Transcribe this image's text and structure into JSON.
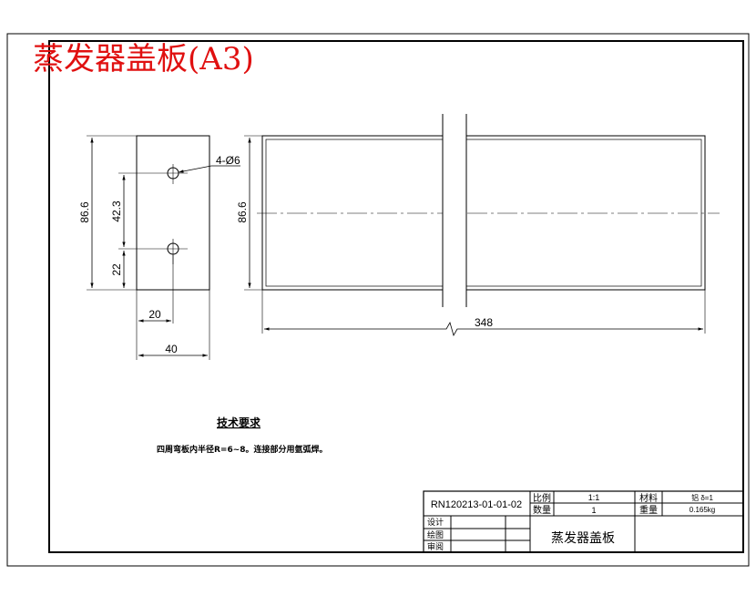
{
  "header": {
    "title_text": "蒸发器盖板(A3)",
    "title_color": "#e01010"
  },
  "dimensions": {
    "left_height": "86.6",
    "hole_spacing": "42.3",
    "bottom_offset": "22",
    "hole_callout": "4-Ø6",
    "hole_x": "20",
    "left_width": "40",
    "right_height": "86.6",
    "right_length": "348"
  },
  "notes": {
    "heading": "技术要求",
    "body": "四周弯板内半径R=6~8。连接部分用氩弧焊。"
  },
  "title_block": {
    "drawing_no": "RN120213-01-01-02",
    "scale_label": "比例",
    "scale_value": "1:1",
    "material_label": "材料",
    "material_value": "铝 δ=1",
    "qty_label": "数量",
    "qty_value": "1",
    "weight_label": "重量",
    "weight_value": "0.165kg",
    "design_label": "设计",
    "drawn_label": "绘图",
    "review_label": "审阅",
    "part_name": "蒸发器盖板"
  }
}
